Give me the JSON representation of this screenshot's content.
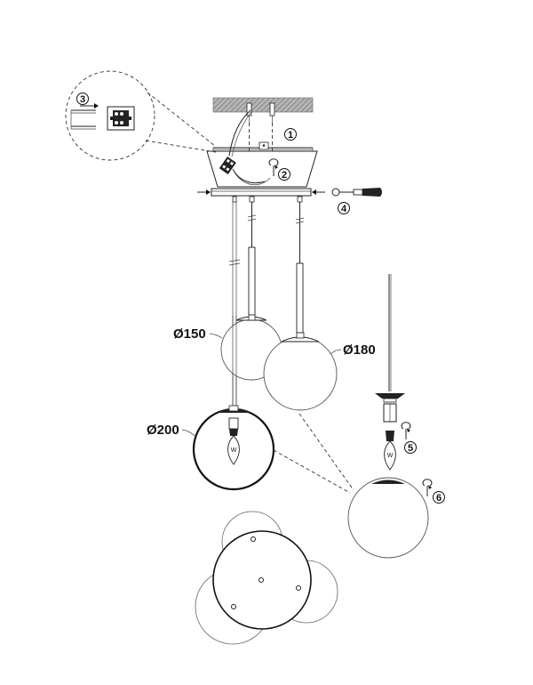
{
  "labels": {
    "d150": "Ø150",
    "d180": "Ø180",
    "d200": "Ø200",
    "bulb_mark": "W"
  },
  "steps": [
    "1",
    "2",
    "3",
    "4",
    "5",
    "6"
  ],
  "colors": {
    "line": "#222222",
    "ceiling_hatch": "#9a9a9a",
    "globe_stroke": "#555555"
  },
  "icons": [
    "screwdriver-icon",
    "screw-icon",
    "rotate-arrow-icon",
    "terminal-block-icon",
    "bulb-icon"
  ]
}
